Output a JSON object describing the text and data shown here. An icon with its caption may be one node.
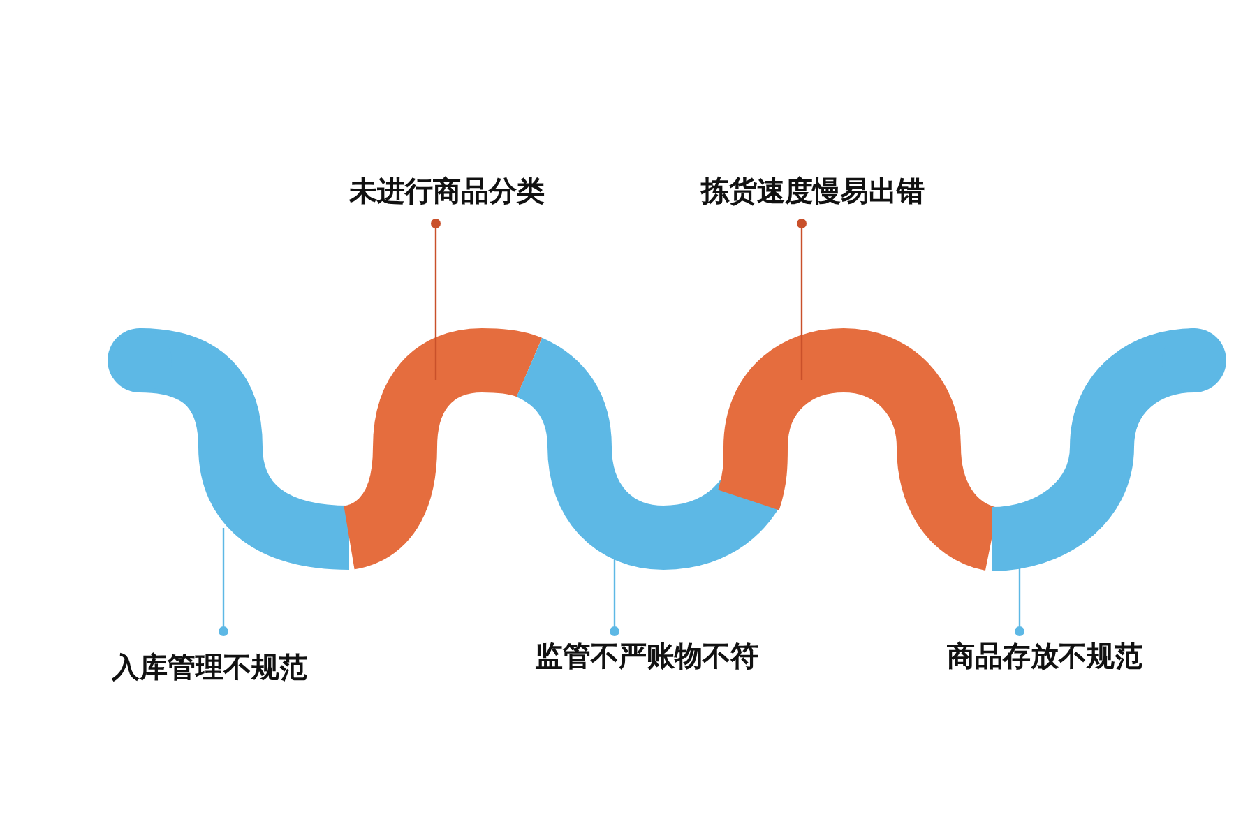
{
  "diagram": {
    "nodes": [
      {
        "text": [
          "未进行商品分类"
        ]
      },
      {
        "text": [
          "拣货速度慢易出错"
        ]
      },
      {
        "text": [
          "入库管理不规范"
        ]
      },
      {
        "text": [
          "监管不严账物不符"
        ]
      },
      {
        "text": [
          "商品存放不规范"
        ]
      },
      {
        "text": [],
        "shape": "band"
      },
      {
        "text": [],
        "shape": "band"
      },
      {
        "text": [],
        "shape": "band"
      },
      {
        "text": [],
        "shape": "band"
      },
      {
        "text": [],
        "shape": "band"
      }
    ],
    "edges": [
      {
        "from": 0,
        "to": 6,
        "arrow": "other",
        "color": "#c9502a"
      },
      {
        "from": 1,
        "to": 8,
        "arrow": "other",
        "color": "#c9502a"
      },
      {
        "from": 2,
        "to": 5,
        "arrow": "other"
      },
      {
        "from": 3,
        "to": 7,
        "arrow": "other"
      },
      {
        "from": 4,
        "to": 9,
        "arrow": "other"
      }
    ]
  }
}
